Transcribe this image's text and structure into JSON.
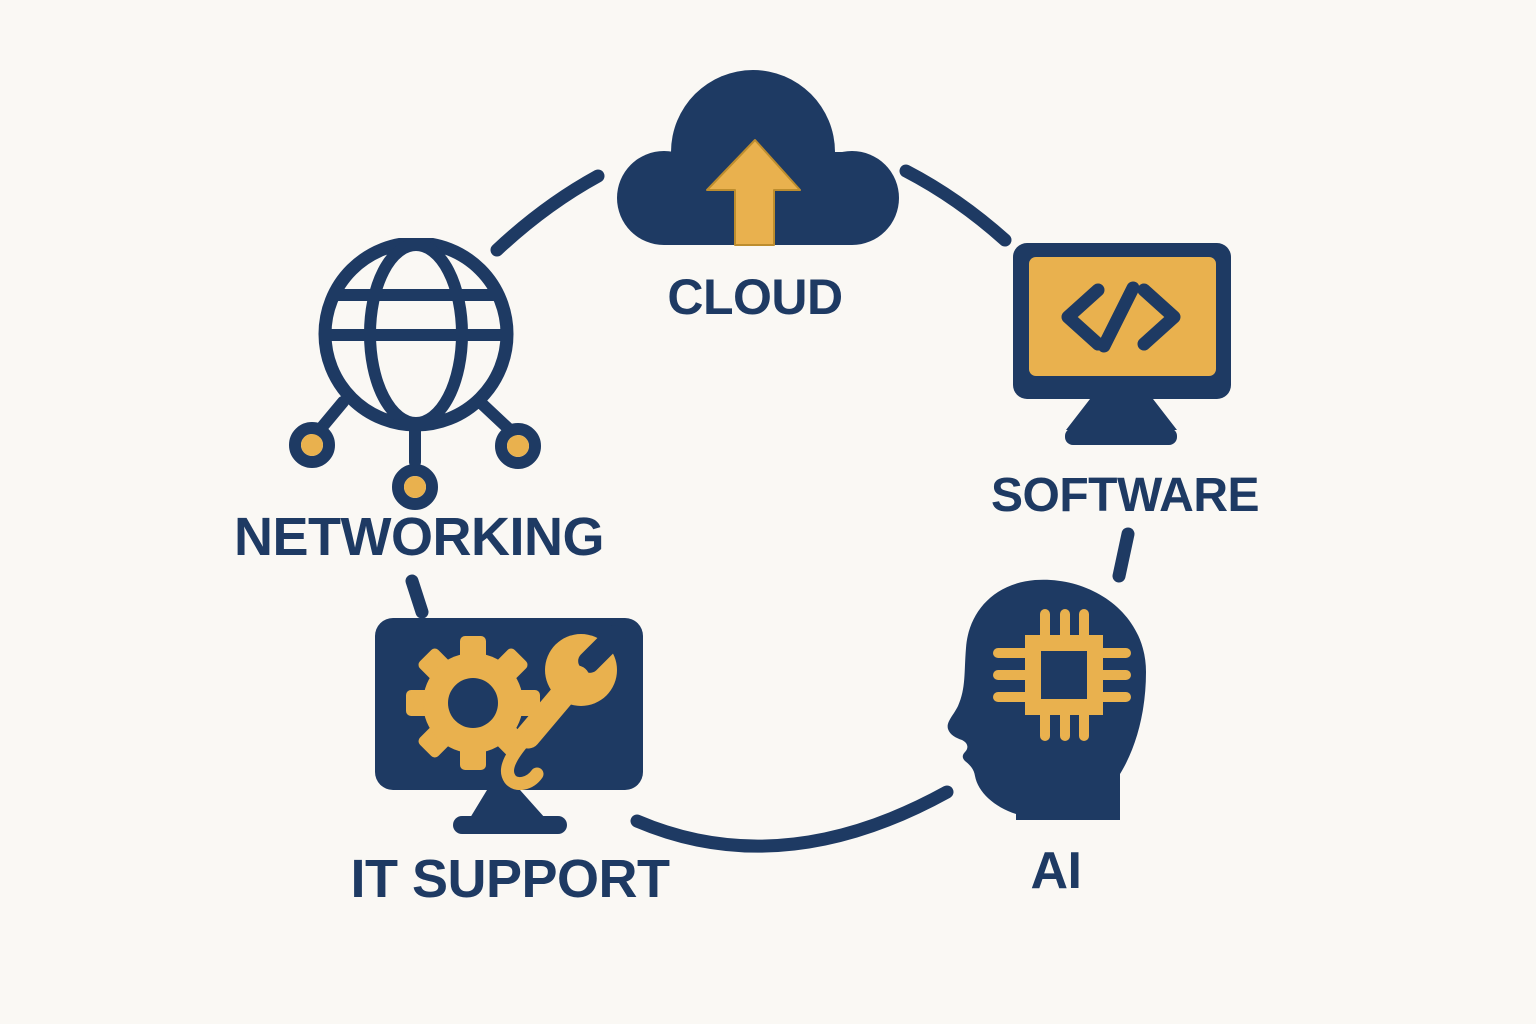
{
  "diagram": {
    "colors": {
      "navy": "#1e3a63",
      "gold": "#e9b14e",
      "background": "#faf8f4"
    },
    "nodes": [
      {
        "id": "cloud",
        "label": "CLOUD",
        "icon": "cloud-upload-icon"
      },
      {
        "id": "networking",
        "label": "NETWORKING",
        "icon": "globe-network-icon"
      },
      {
        "id": "software",
        "label": "SOFTWARE",
        "icon": "code-monitor-icon"
      },
      {
        "id": "ai",
        "label": "AI",
        "icon": "head-chip-icon"
      },
      {
        "id": "it-support",
        "label": "IT SUPPORT",
        "icon": "wrench-gear-monitor-icon"
      }
    ],
    "connections": [
      {
        "from": "networking",
        "to": "cloud"
      },
      {
        "from": "cloud",
        "to": "software"
      },
      {
        "from": "software",
        "to": "ai"
      },
      {
        "from": "ai",
        "to": "it-support"
      },
      {
        "from": "networking",
        "to": "it-support"
      }
    ]
  }
}
